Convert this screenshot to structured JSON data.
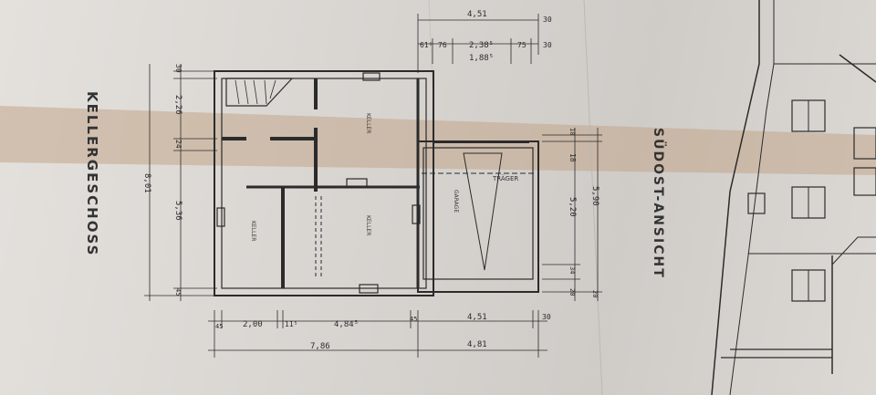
{
  "titles": {
    "plan": "KELLERGESCHOSS",
    "elevation": "SÜDOST-ANSICHT"
  },
  "rooms": {
    "keller_top": "KELLER",
    "keller_left": "KELLER",
    "keller_center": "KELLER",
    "garage": "GARAGE",
    "traeger": "TRÄGER"
  },
  "dims": {
    "top_total": "4,51",
    "top_30a": "30",
    "top_61": "61⁵",
    "top_76": "76",
    "top_2385": "2,38⁵",
    "top_75": "75",
    "top_30b": "30",
    "top_1885": "1,88⁵",
    "left_30": "30",
    "left_226": "2,26",
    "left_24": "24",
    "left_536": "5,36",
    "left_801": "8,01",
    "left_45": "45",
    "right_10": "10",
    "right_18": "18",
    "right_520": "5,20",
    "right_590": "5,90",
    "right_34": "34",
    "right_20a": "20",
    "right_20b": "20",
    "bot_45a": "45",
    "bot_200": "2,00",
    "bot_115": "11⁵",
    "bot_4845": "4,84⁵",
    "bot_45b": "45",
    "bot_451": "4,51",
    "bot_30": "30",
    "bot_786": "7,86",
    "bot_481": "4,81"
  },
  "colors": {
    "paper": "#dcd9d5",
    "tape": "#c2a58a",
    "ink": "#2b2b2b"
  }
}
